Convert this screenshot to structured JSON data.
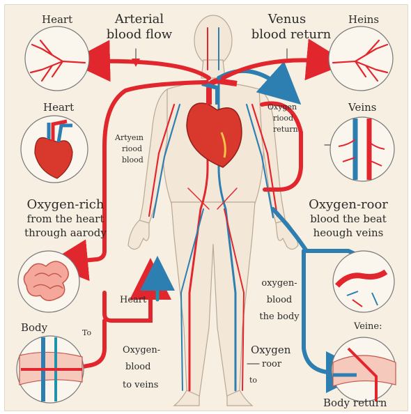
{
  "labels": {
    "top_left_heart": "Heart",
    "title_left_line1": "Arterial",
    "title_left_line2": "blood flow",
    "title_right_line1": "Venus",
    "title_right_line2": "blood return",
    "top_right_heins": "Heins",
    "mid_left_heart": "Heart",
    "mid_right_veins": "Veins",
    "arteryen_line1": "Artyeın",
    "arteryen_line2": "riood",
    "arteryen_line3": "blood",
    "oxygen_return_line1": "Oxygen",
    "oxygen_return_line2": "riood",
    "oxygen_return_line3": "return",
    "rich_line1": "Oxygen-rich",
    "rich_line2": "from the heart",
    "rich_line3": "through aarody",
    "poor_line1": "Oxygen-roor",
    "poor_line2": "blood the beat",
    "poor_line3": "heough veins",
    "lower_heart": "Heart",
    "body_center_line1": "oxygen-",
    "body_center_line2": "blood",
    "body_center_line3": "the body",
    "body_left": "Body",
    "tiny_left": "To",
    "blood_veins_line1": "Oxygen-",
    "blood_veins_line2": "blood",
    "blood_veins_line3": "to veins",
    "oxygen_roor_line1": "Oxygen",
    "oxygen_roor_line2": "roor",
    "oxygen_roor_line3": "to",
    "lower_right_veins": "Veine:",
    "body_return": "Body return"
  },
  "colors": {
    "artery_red": "#e2262d",
    "vein_blue": "#2c7fb0",
    "teal": "#1f93a8",
    "skin": "#f3e7d8",
    "heart": "#d9382c",
    "paper": "#f6efe2"
  },
  "icons": {
    "body": "human-body-figure",
    "heart": "anatomical-heart-icon"
  }
}
